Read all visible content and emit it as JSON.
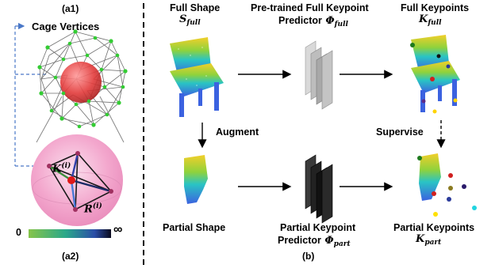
{
  "panel_a1": {
    "tag": "(a1)",
    "cage_label": "Cage Vertices",
    "k_label": "K",
    "k_sup": "(i)",
    "r_label": "R",
    "r_sup": "(i)",
    "scale_min": "0",
    "scale_max": "∞",
    "tag2": "(a2)"
  },
  "panel_b": {
    "tag": "(b)",
    "full_shape": {
      "title": "Full Shape",
      "sym": "S",
      "sub": "full"
    },
    "pretrained": {
      "line1": "Pre-trained Full Keypoint",
      "line2": "Predictor",
      "sym": "Φ",
      "sub": "full"
    },
    "full_kp": {
      "title": "Full Keypoints",
      "sym": "K",
      "sub": "full"
    },
    "augment": "Augment",
    "supervise": "Supervise",
    "partial_shape": "Partial Shape",
    "partial_pred": {
      "line1": "Partial Keypoint",
      "line2": "Predictor",
      "sym": "Φ",
      "sub": "part"
    },
    "partial_kp": {
      "title": "Partial Keypoints",
      "sym": "K",
      "sub": "part"
    }
  },
  "colors": {
    "gradient_stops": [
      "#86c44a",
      "#2aa88a",
      "#2b4ea8",
      "#0b0b1e"
    ],
    "sphere_pink": "#f3a7cd",
    "red_ball": "#e23a3a",
    "cage_green": "#33cc33"
  }
}
